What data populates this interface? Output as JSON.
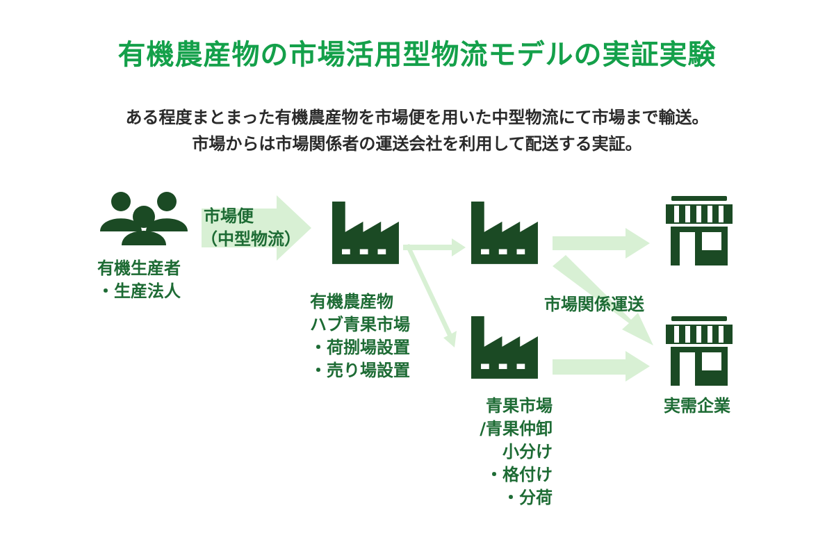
{
  "title": "有機農産物の市場活用型物流モデルの実証実験",
  "subtitle": {
    "line1": "ある程度まとまった有機農産物を市場便を用いた中型物流にて市場まで輸送。",
    "line2": "市場からは市場関係者の運送会社を利用して配送する実証。"
  },
  "nodes": {
    "producer": {
      "icon": "people-group-icon",
      "lines": [
        "有機生産者",
        "・生産法人"
      ]
    },
    "hub": {
      "icon": "factory-icon",
      "lines": [
        "有機農産物",
        "ハブ青果市場",
        "・荷捌場設置",
        "・売り場設置"
      ]
    },
    "market": {
      "icon": "factory-icon",
      "lines": [
        "青果市場",
        "/青果仲卸",
        "小分け",
        "・格付け",
        "・分荷"
      ]
    },
    "enterprise": {
      "icon": "storefront-icon",
      "lines": [
        "実需企業"
      ]
    }
  },
  "edges": {
    "producer_to_hub": {
      "lines": [
        "市場便",
        "（中型物流）"
      ]
    },
    "market_to_enterprise": {
      "label": "市場関係運送"
    }
  },
  "colors": {
    "title": "#14a04a",
    "subtitle": "#2a2a2a",
    "label": "#1d6b34",
    "icon": "#1b4a24",
    "arrow": "#d8f0d4"
  }
}
